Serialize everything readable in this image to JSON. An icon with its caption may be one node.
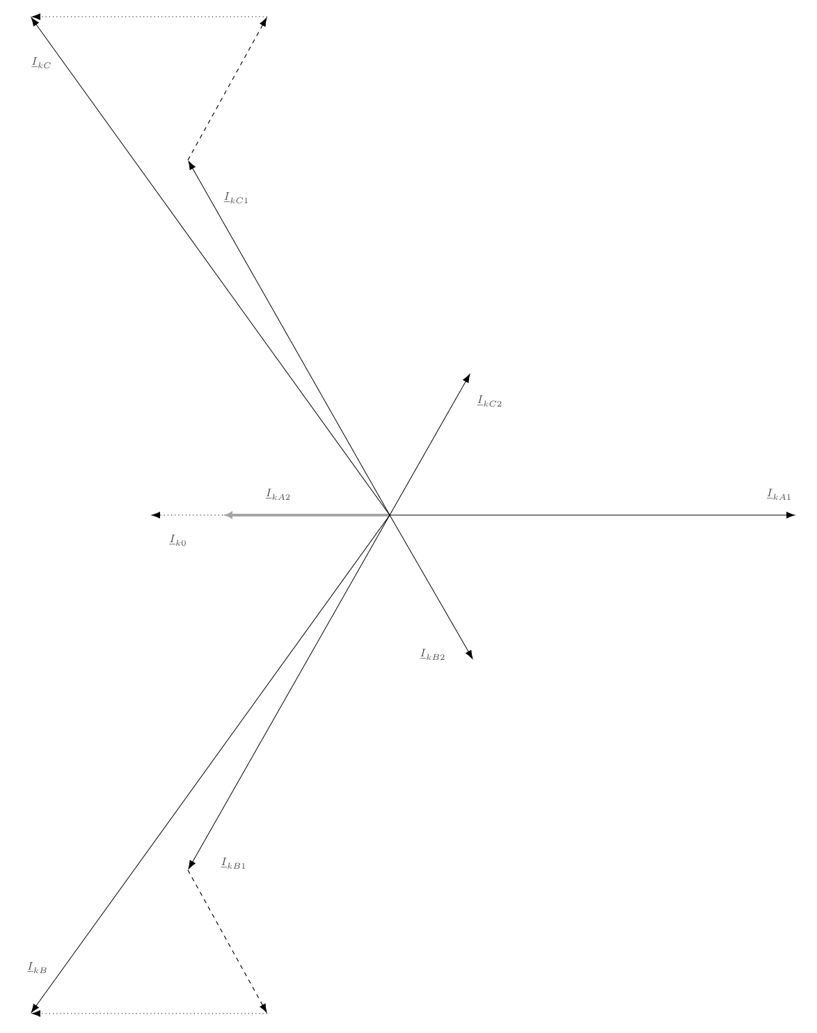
{
  "diagram": {
    "labels": [
      "\\underline{I}_{kC}",
      "\\underline{I}_{kC1}",
      "\\underline{I}_{kC2}",
      "\\underline{I}_{kA2}",
      "\\underline{I}_{kA1}",
      "\\underline{I}_{k0}",
      "\\underline{I}_{kB2}",
      "\\underline{I}_{kB1}",
      "\\underline{I}_{kB}"
    ]
  }
}
